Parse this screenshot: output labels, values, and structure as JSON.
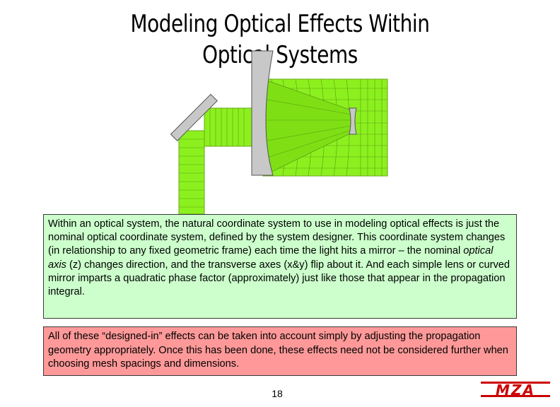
{
  "slide": {
    "title": "Modeling Optical Effects Within Optical Systems",
    "paragraph1": {
      "before": "Within an optical system, the natural coordinate system to use in modeling optical effects is just the nominal optical coordinate system, defined by the system designer. This coordinate system changes (in relationship to any fixed geometric frame) each time the light hits a mirror – the nominal ",
      "italic": "optical axis",
      "after": " (z) changes direction, and the transverse axes (x&y) flip about it.  And each simple lens or curved mirror imparts a quadratic phase factor (approximately) just like those that appear in the propagation integral."
    },
    "paragraph2": "All of these “designed-in” effects can be taken into account simply by adjusting the propagation geometry appropriately.  Once this has been done, these effects need not be considered further when choosing mesh spacings and dimensions.",
    "page_number": "18",
    "logo_text": "MZA"
  },
  "colors": {
    "beam": "#8cf01e",
    "beam_line": "#5a9e14",
    "mirror": "#c8c8c8",
    "green_box": "#ccffcc",
    "red_box": "#ff9999",
    "logo": "#cc0000"
  }
}
